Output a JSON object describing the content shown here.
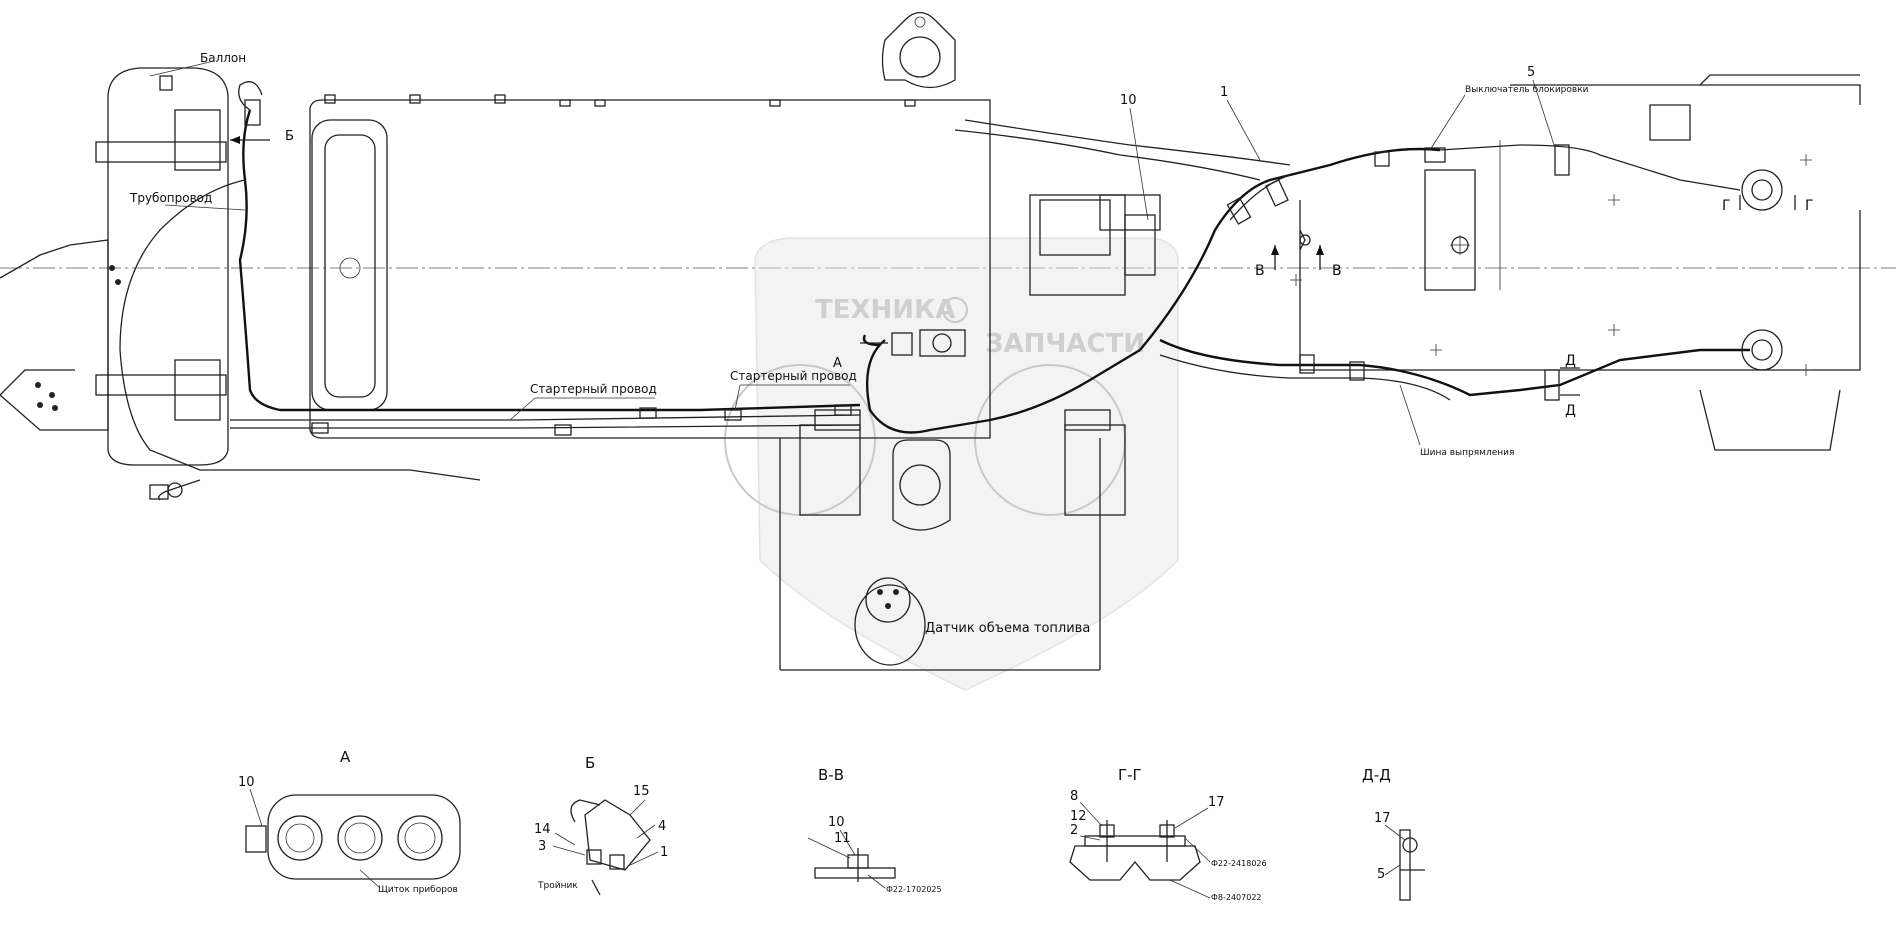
{
  "watermark": {
    "line1": "ТЕХНИКА",
    "line2": "ЗАПЧАСТИ"
  },
  "labels": {
    "ballon": "Баллон",
    "truboprovod": "Трубопровод",
    "starter_wire_1": "Стартерный провод",
    "starter_wire_2": "Стартерный провод",
    "fuel_sensor": "Датчик объема топлива",
    "switch_label": "Выключатель блокировки",
    "harness_label": "Шина выпрямления",
    "arrow_a": "А",
    "arrow_b": "Б",
    "sec_v_left": "В",
    "sec_v_right": "В",
    "sec_g_left": "Г",
    "sec_g_right": "Г",
    "sec_d_top": "Д",
    "sec_d_bottom": "Д"
  },
  "callouts": {
    "c10": "10",
    "c1": "1",
    "c5": "5"
  },
  "detail_views": {
    "a": {
      "title": "А",
      "c10": "10",
      "caption": "Щиток приборов"
    },
    "b": {
      "title": "Б",
      "c15": "15",
      "c14": "14",
      "c3": "3",
      "c4": "4",
      "c1": "1",
      "caption": "Тройник"
    },
    "vv": {
      "title": "В-В",
      "c10": "10",
      "c11": "11",
      "code": "Ф22-1702025"
    },
    "gg": {
      "title": "Г-Г",
      "c8": "8",
      "c12": "12",
      "c2": "2",
      "c17": "17",
      "code1": "Ф22-2418026",
      "code2": "Ф8-2407022"
    },
    "dd": {
      "title": "Д-Д",
      "c17": "17",
      "c5": "5"
    }
  }
}
